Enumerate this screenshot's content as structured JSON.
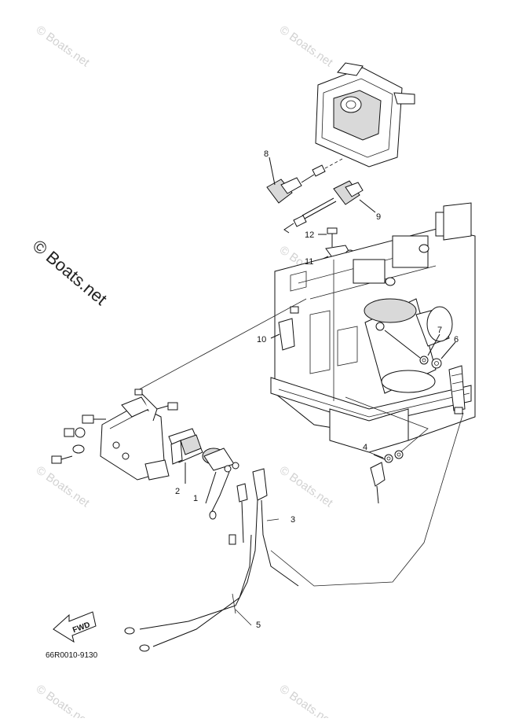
{
  "diagram": {
    "drawing_code": "66R0010-9130",
    "fwd_label": "FWD",
    "watermark_text": "© Boats.net",
    "callouts": {
      "c1": "1",
      "c2": "2",
      "c3": "3",
      "c4": "4",
      "c5": "5",
      "c6": "6",
      "c7": "7",
      "c8": "8",
      "c9": "9",
      "c10": "10",
      "c11": "11",
      "c12": "12"
    },
    "colors": {
      "line": "#111111",
      "watermark": "#d2d2d2",
      "shade": "#d9d9d9"
    }
  }
}
